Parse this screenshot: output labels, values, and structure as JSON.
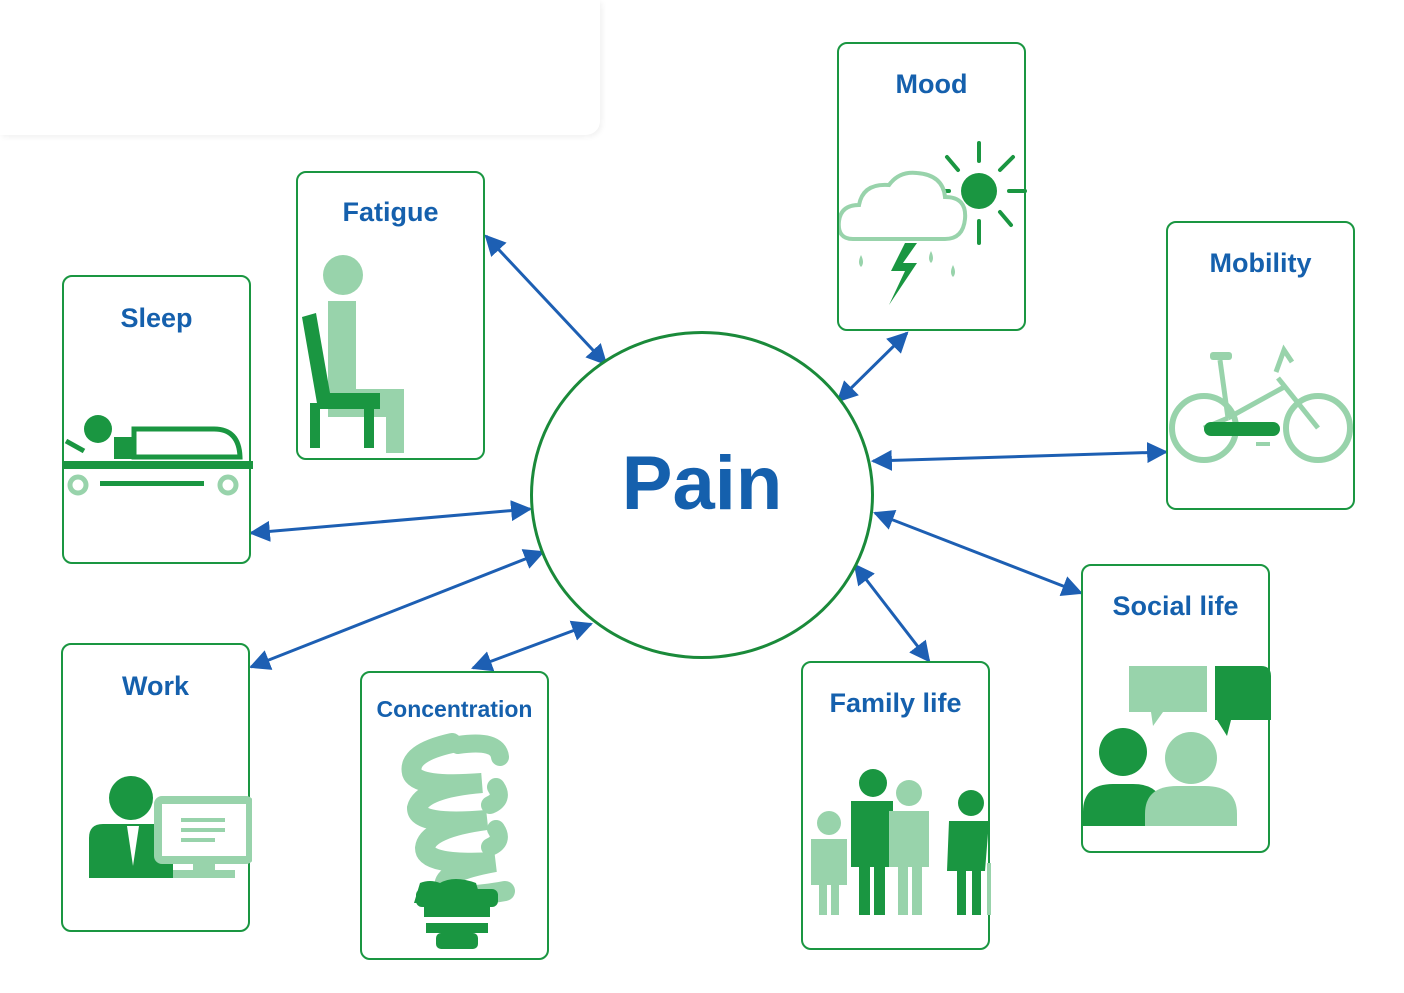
{
  "hub": {
    "label": "Pain"
  },
  "cards": {
    "fatigue": "Fatigue",
    "sleep": "Sleep",
    "work": "Work",
    "concentration": "Concentration",
    "mood": "Mood",
    "mobility": "Mobility",
    "social_life": "Social life",
    "family_life": "Family life"
  },
  "colors": {
    "dark_green": "#1a9641",
    "light_green": "#98d3ab",
    "title_blue": "#1560ad",
    "arrow_blue": "#1d5fb3"
  }
}
